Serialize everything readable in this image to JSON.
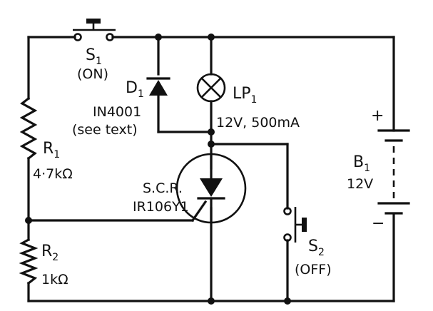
{
  "components": {
    "s1": {
      "name": "S",
      "sub": "1",
      "state": "(ON)"
    },
    "s2": {
      "name": "S",
      "sub": "2",
      "state": "(OFF)"
    },
    "d1": {
      "name": "D",
      "sub": "1",
      "part": "IN4001",
      "note": "(see text)"
    },
    "lp1": {
      "name": "LP",
      "sub": "1",
      "rating": "12V, 500mA"
    },
    "r1": {
      "name": "R",
      "sub": "1",
      "value": "4·7kΩ"
    },
    "r2": {
      "name": "R",
      "sub": "2",
      "value": "1kΩ"
    },
    "scr": {
      "name": "S.C.R.",
      "part": "IR106Y1"
    },
    "b1": {
      "name": "B",
      "sub": "1",
      "voltage": "12V",
      "plus": "+",
      "minus": "−"
    }
  }
}
